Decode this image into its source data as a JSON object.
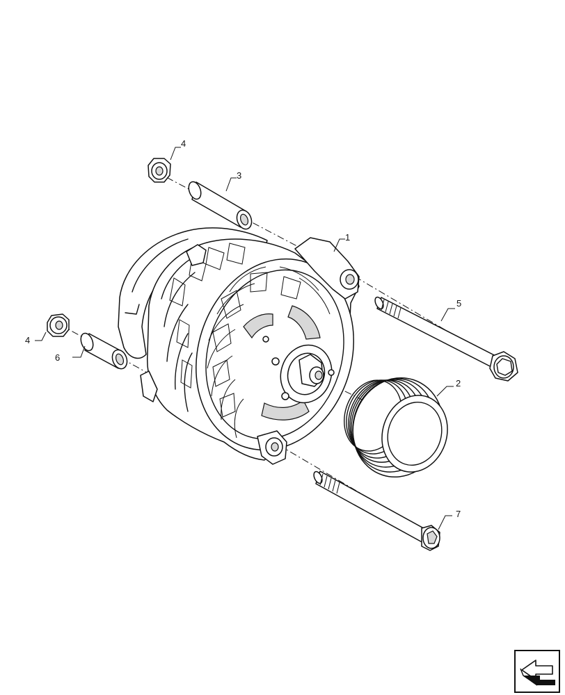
{
  "callouts": [
    {
      "id": "c1",
      "label": "1"
    },
    {
      "id": "c2",
      "label": "2"
    },
    {
      "id": "c3",
      "label": "3"
    },
    {
      "id": "c4a",
      "label": "4"
    },
    {
      "id": "c4b",
      "label": "4"
    },
    {
      "id": "c5",
      "label": "5"
    },
    {
      "id": "c6",
      "label": "6"
    },
    {
      "id": "c7",
      "label": "7"
    }
  ],
  "nav_icon": "back-arrow-icon"
}
